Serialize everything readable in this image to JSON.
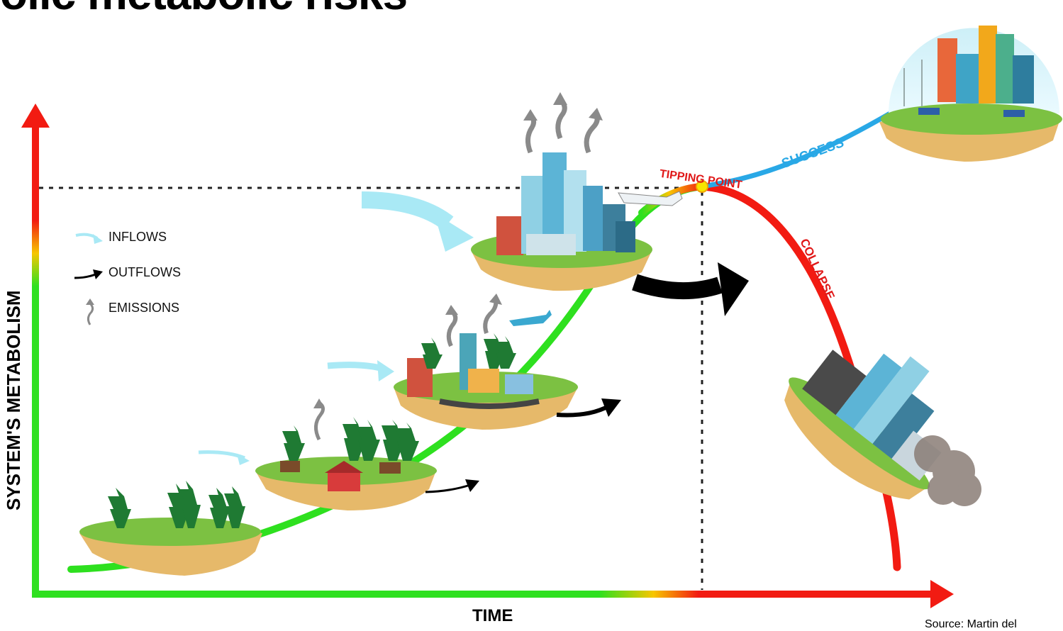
{
  "title": "olic metabolic risks",
  "axes": {
    "y_label": "SYSTEM'S METABOLISM",
    "x_label": "TIME"
  },
  "legend": {
    "inflows": "INFLOWS",
    "outflows": "OUTFLOWS",
    "emissions": "EMISSIONS"
  },
  "curve_labels": {
    "tipping_point": "TIPPING POINT",
    "success": "SUCCESS",
    "collapse": "COLLAPSE"
  },
  "source": "Source: Martin del",
  "colors": {
    "growth": "#2ee01f",
    "collapse": "#f21b12",
    "success": "#29a8e6",
    "tipping": "#f7c600",
    "inflow": "#a9e9f5",
    "outflow": "#000000",
    "emission": "#8a8a8a"
  }
}
